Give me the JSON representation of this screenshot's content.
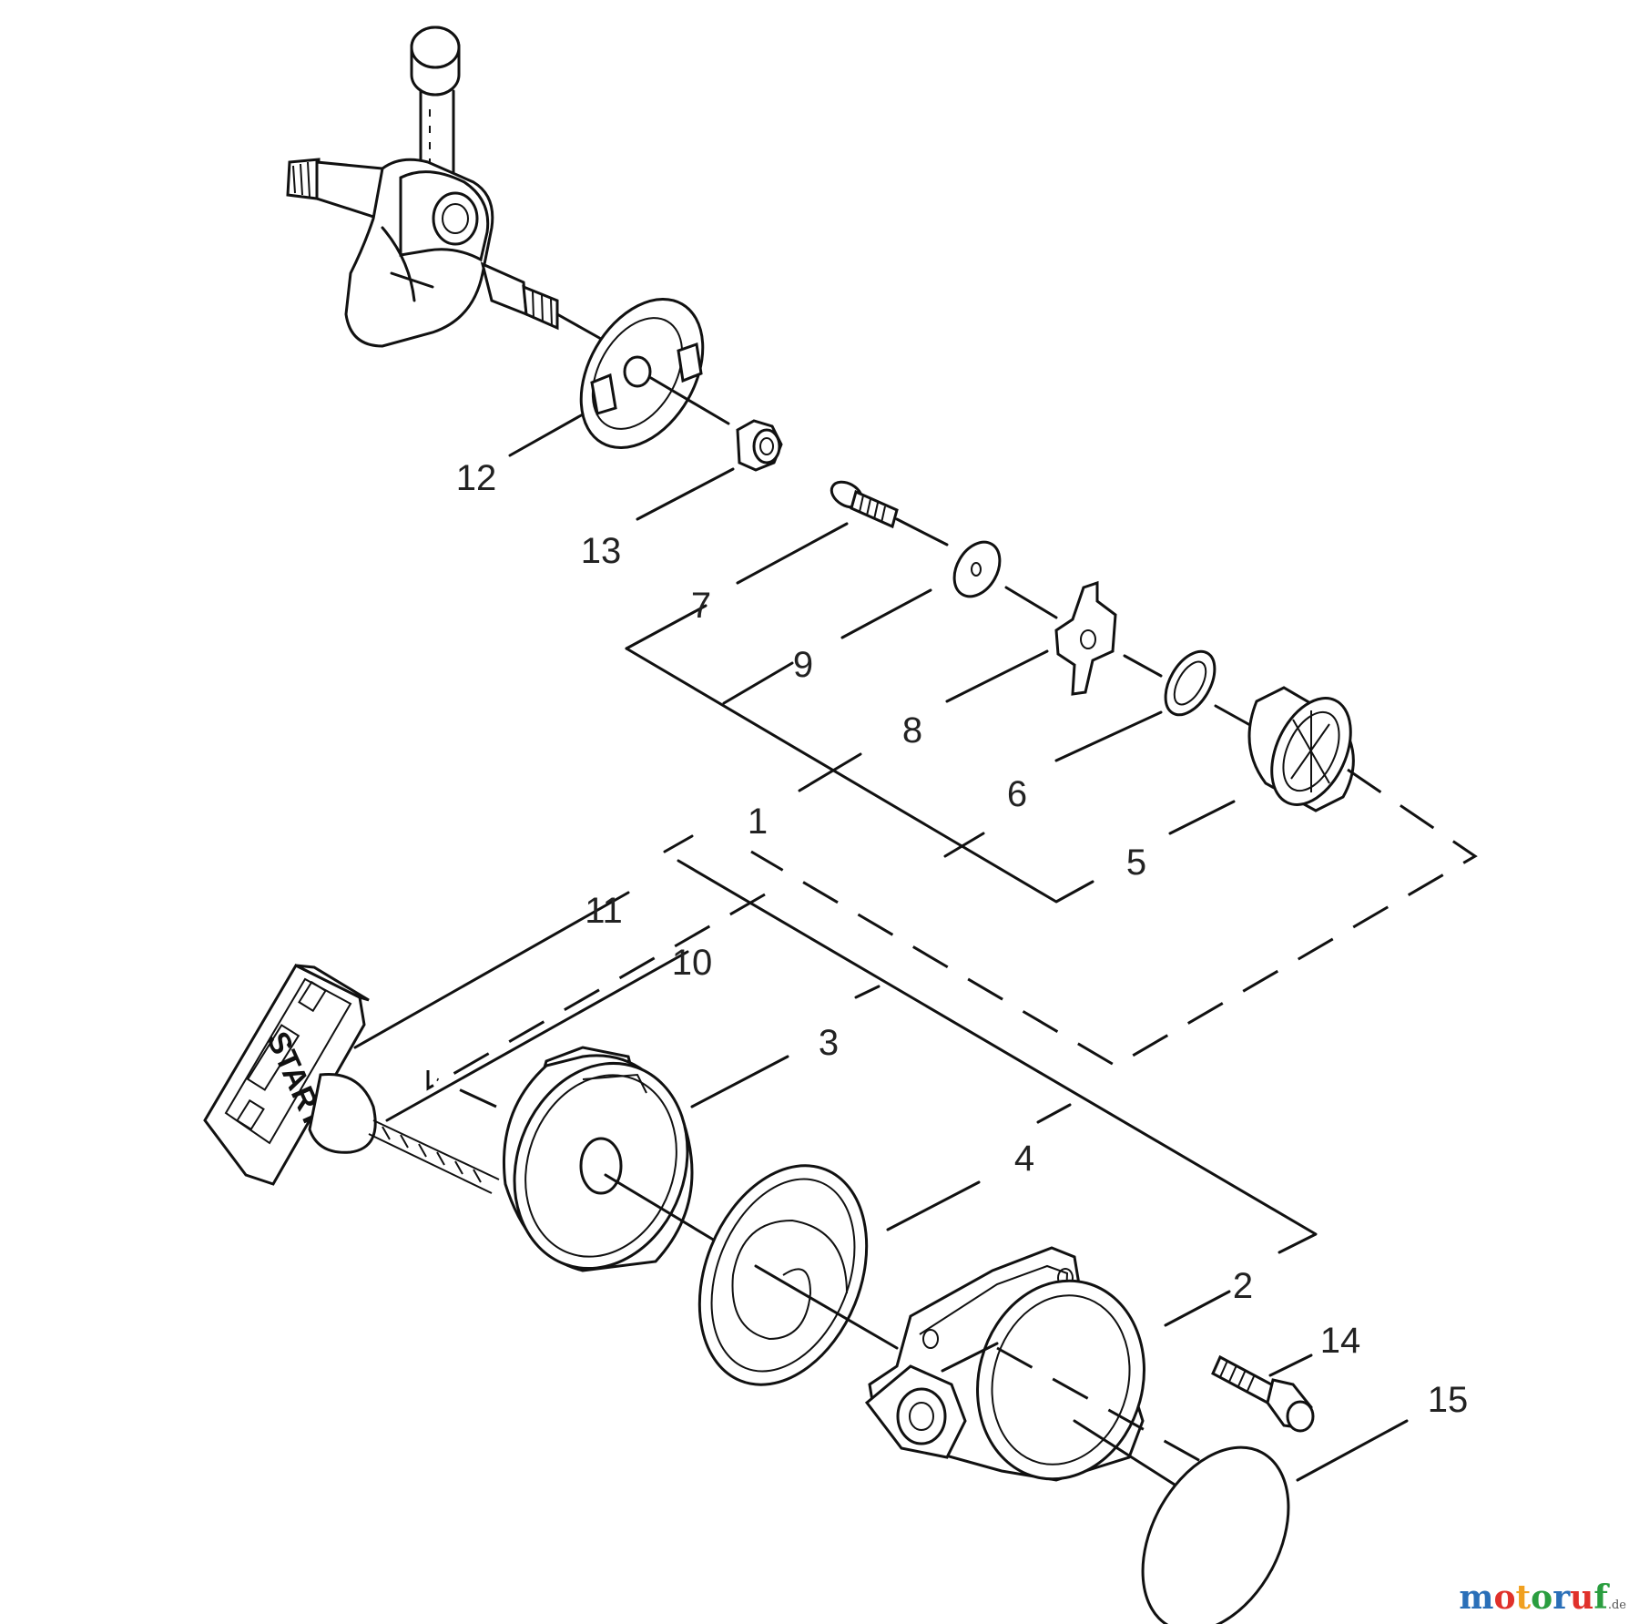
{
  "diagram": {
    "callouts": [
      "1",
      "2",
      "3",
      "4",
      "5",
      "6",
      "7",
      "8",
      "9",
      "10",
      "11",
      "12",
      "13",
      "14",
      "15"
    ],
    "handle_text": "START"
  },
  "watermark": {
    "text": "motoruf",
    "tld": ".de",
    "letter_colors": [
      "#2a6fb8",
      "#e0312b",
      "#f0a020",
      "#2a9d3f",
      "#2a6fb8",
      "#e0312b",
      "#2a9d3f"
    ]
  }
}
